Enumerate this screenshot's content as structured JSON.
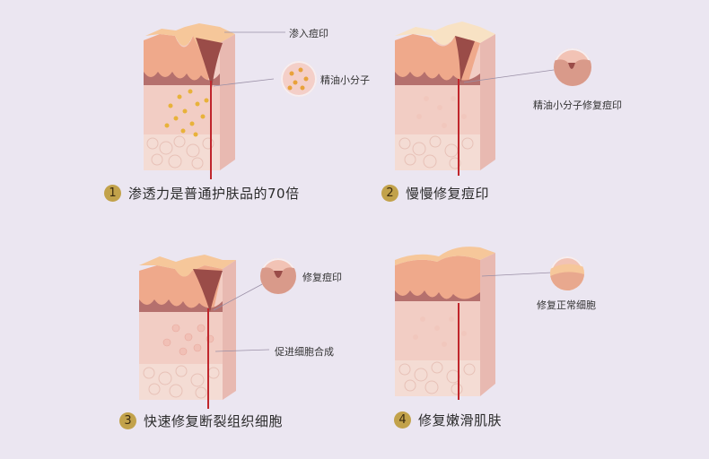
{
  "steps": [
    {
      "number": "1",
      "text": "渗透力是普通护肤品的70倍",
      "labels": [
        "渗入痘印",
        "精油小分子"
      ]
    },
    {
      "number": "2",
      "text": "慢慢修复痘印",
      "labels": [
        "精油小分子修复痘印"
      ]
    },
    {
      "number": "3",
      "text": "快速修复断裂组织细胞",
      "labels": [
        "修复痘印",
        "促进细胞合成"
      ]
    },
    {
      "number": "4",
      "text": "修复嫩滑肌肤",
      "labels": [
        "修复正常细胞"
      ]
    }
  ],
  "colors": {
    "background": "#ebe6f1",
    "badge": "#c2a24b",
    "pointer_line": "#c0262c"
  }
}
